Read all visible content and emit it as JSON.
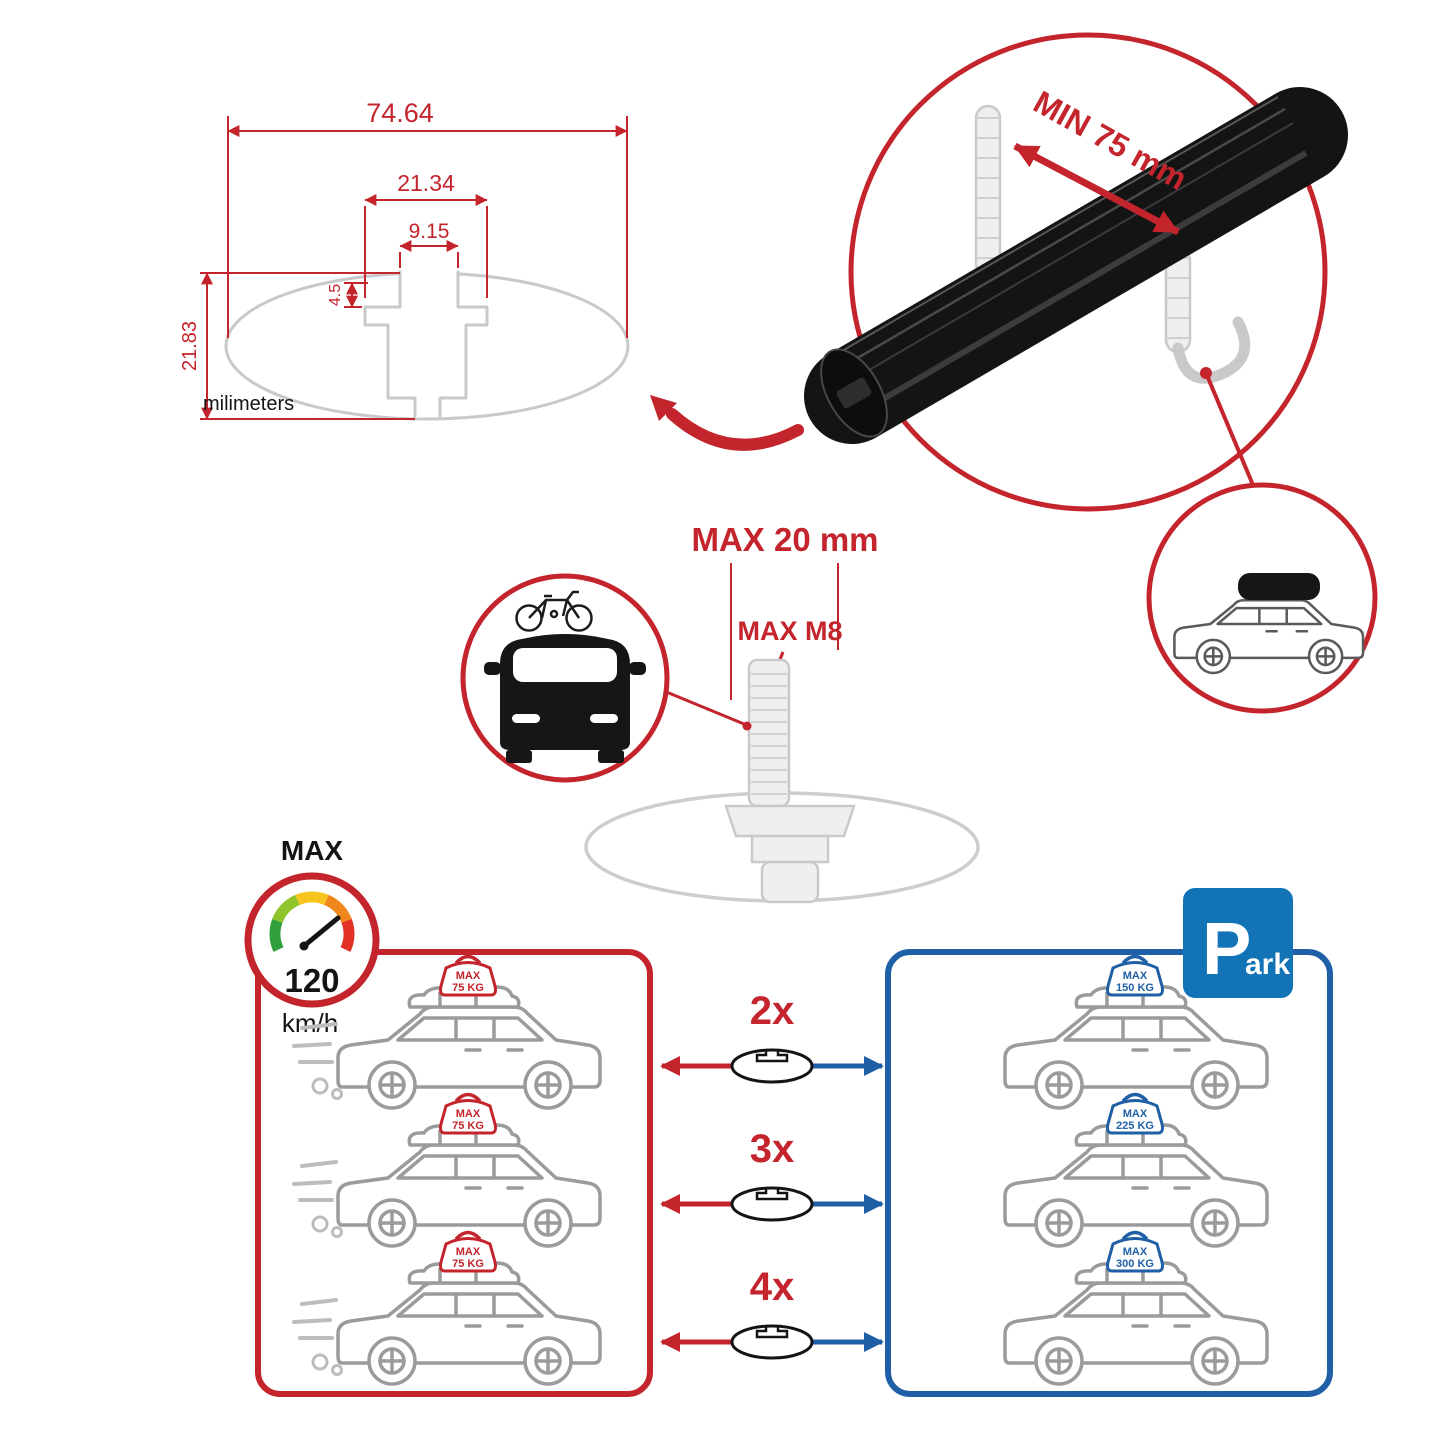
{
  "accent_colors": {
    "red": "#c4242c",
    "blue": "#1f5fa6",
    "park_blue": "#1273b6"
  },
  "dimension_drawing": {
    "total_width": "74.64",
    "channel_outer_width": "21.34",
    "channel_inner_width": "9.15",
    "lip_height": "4.5",
    "total_height": "21.83",
    "units_label": "milimeters"
  },
  "crossbar_detail": {
    "min_clamp_span": "MIN 75 mm"
  },
  "bolt_detail": {
    "max_protrusion": "MAX 20 mm",
    "max_thread": "MAX M8"
  },
  "speed_limit": {
    "title": "MAX",
    "value": "120",
    "unit": "km/h"
  },
  "driving_box": {
    "cars": [
      {
        "tag_line1": "MAX",
        "tag_line2": "75 KG"
      },
      {
        "tag_line1": "MAX",
        "tag_line2": "75 KG"
      },
      {
        "tag_line1": "MAX",
        "tag_line2": "75 KG"
      }
    ]
  },
  "multipliers": [
    {
      "label": "2x"
    },
    {
      "label": "3x"
    },
    {
      "label": "4x"
    }
  ],
  "parked_box": {
    "park_sign": {
      "letter": "P",
      "suffix": "ark"
    },
    "cars": [
      {
        "tag_line1": "MAX",
        "tag_line2": "150 KG"
      },
      {
        "tag_line1": "MAX",
        "tag_line2": "225 KG"
      },
      {
        "tag_line1": "MAX",
        "tag_line2": "300 KG"
      }
    ]
  }
}
